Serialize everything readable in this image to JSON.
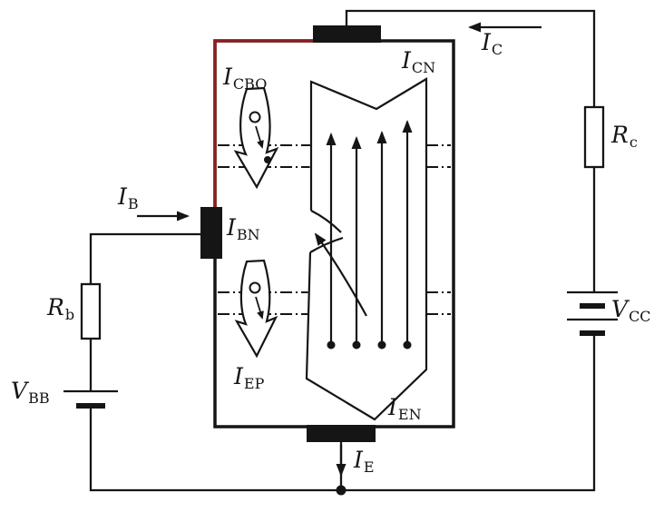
{
  "colors": {
    "line": "#151515",
    "accent": "#8a1f1f",
    "paper": "#ffffff"
  },
  "labels": {
    "i_c": {
      "base": "I",
      "sub": "C"
    },
    "r_c": {
      "base": "R",
      "sub": "c"
    },
    "v_cc": {
      "base": "V",
      "sub": "CC"
    },
    "i_b": {
      "base": "I",
      "sub": "B"
    },
    "r_b": {
      "base": "R",
      "sub": "b"
    },
    "v_bb": {
      "base": "V",
      "sub": "BB"
    },
    "i_e": {
      "base": "I",
      "sub": "E"
    },
    "i_cbo": {
      "base": "I",
      "sub": "CBO"
    },
    "i_cn": {
      "base": "I",
      "sub": "CN"
    },
    "i_bn": {
      "base": "I",
      "sub": "BN"
    },
    "i_ep": {
      "base": "I",
      "sub": "EP"
    },
    "i_en": {
      "base": "I",
      "sub": "EN"
    }
  }
}
